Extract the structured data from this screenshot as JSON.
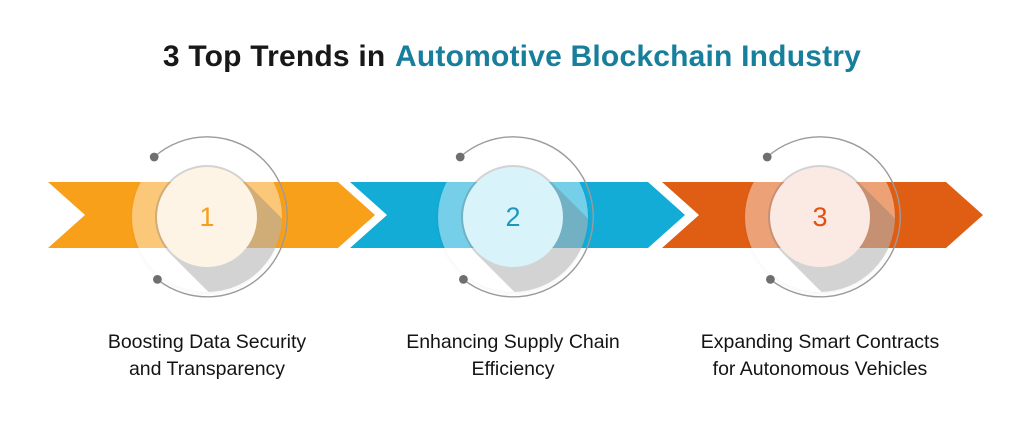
{
  "title": {
    "prefix": "3 Top Trends in",
    "highlight": "Automotive Blockchain Industry"
  },
  "colors": {
    "accent": "#177E9C",
    "title_dark": "#181818",
    "arc": "#9B9B9B",
    "dot": "#6F6F6F",
    "label_text": "#141414"
  },
  "steps": [
    {
      "number": "1",
      "label": "Boosting Data Security and Transparency",
      "label_lines": [
        "Boosting Data Security",
        "and Transparency"
      ],
      "arrow_color": "#F9A01B",
      "circle_color": "#FDF4E5",
      "number_color": "#F59E1B"
    },
    {
      "number": "2",
      "label": "Enhancing Supply Chain Efficiency",
      "label_lines": [
        "Enhancing Supply Chain",
        "Efficiency"
      ],
      "arrow_color": "#12ACD7",
      "circle_color": "#D9F3FA",
      "number_color": "#2196BD"
    },
    {
      "number": "3",
      "label": "Expanding Smart Contracts for Autonomous Vehicles",
      "label_lines": [
        "Expanding Smart Contracts",
        "for Autonomous Vehicles"
      ],
      "arrow_color": "#E05E14",
      "circle_color": "#FBE9E4",
      "number_color": "#E2500F"
    }
  ]
}
